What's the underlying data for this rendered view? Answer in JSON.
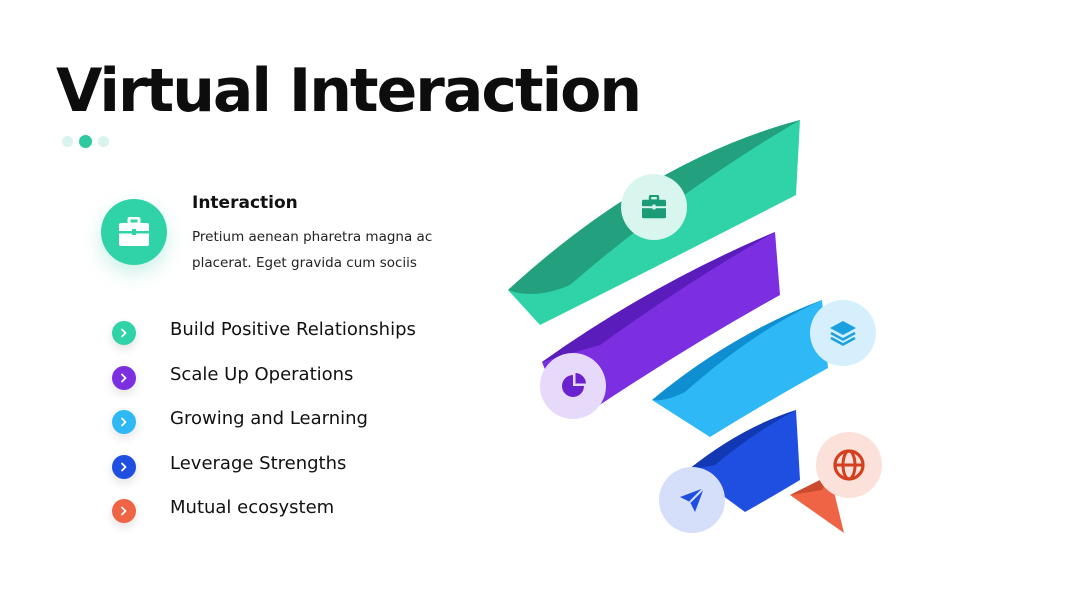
{
  "slide": {
    "title": "Virtual Interaction",
    "pagination": {
      "count": 3,
      "active": 2
    }
  },
  "feature": {
    "icon": "briefcase-icon",
    "title": "Interaction",
    "description": "Pretium aenean pharetra magna ac placerat. Eget gravida cum sociis"
  },
  "list": {
    "items": [
      {
        "label": "Build Positive Relationships",
        "color": "#2fd3a7",
        "icon": "chevron-right-icon"
      },
      {
        "label": "Scale Up Operations",
        "color": "#7b2fe0",
        "icon": "chevron-right-icon"
      },
      {
        "label": "Growing and Learning",
        "color": "#2eb8f5",
        "icon": "chevron-right-icon"
      },
      {
        "label": "Leverage Strengths",
        "color": "#1f4fe0",
        "icon": "chevron-right-icon"
      },
      {
        "label": "Mutual ecosystem",
        "color": "#ee6444",
        "icon": "chevron-right-icon"
      }
    ]
  },
  "funnel": {
    "layers": [
      {
        "color": "#2fd3a7",
        "icon": "briefcase-icon"
      },
      {
        "color": "#7b2fe0",
        "icon": "pie-chart-icon"
      },
      {
        "color": "#2eb8f5",
        "icon": "layers-icon"
      },
      {
        "color": "#1f4fe0",
        "icon": "send-icon"
      },
      {
        "color": "#ee6444",
        "icon": "globe-icon"
      }
    ]
  }
}
